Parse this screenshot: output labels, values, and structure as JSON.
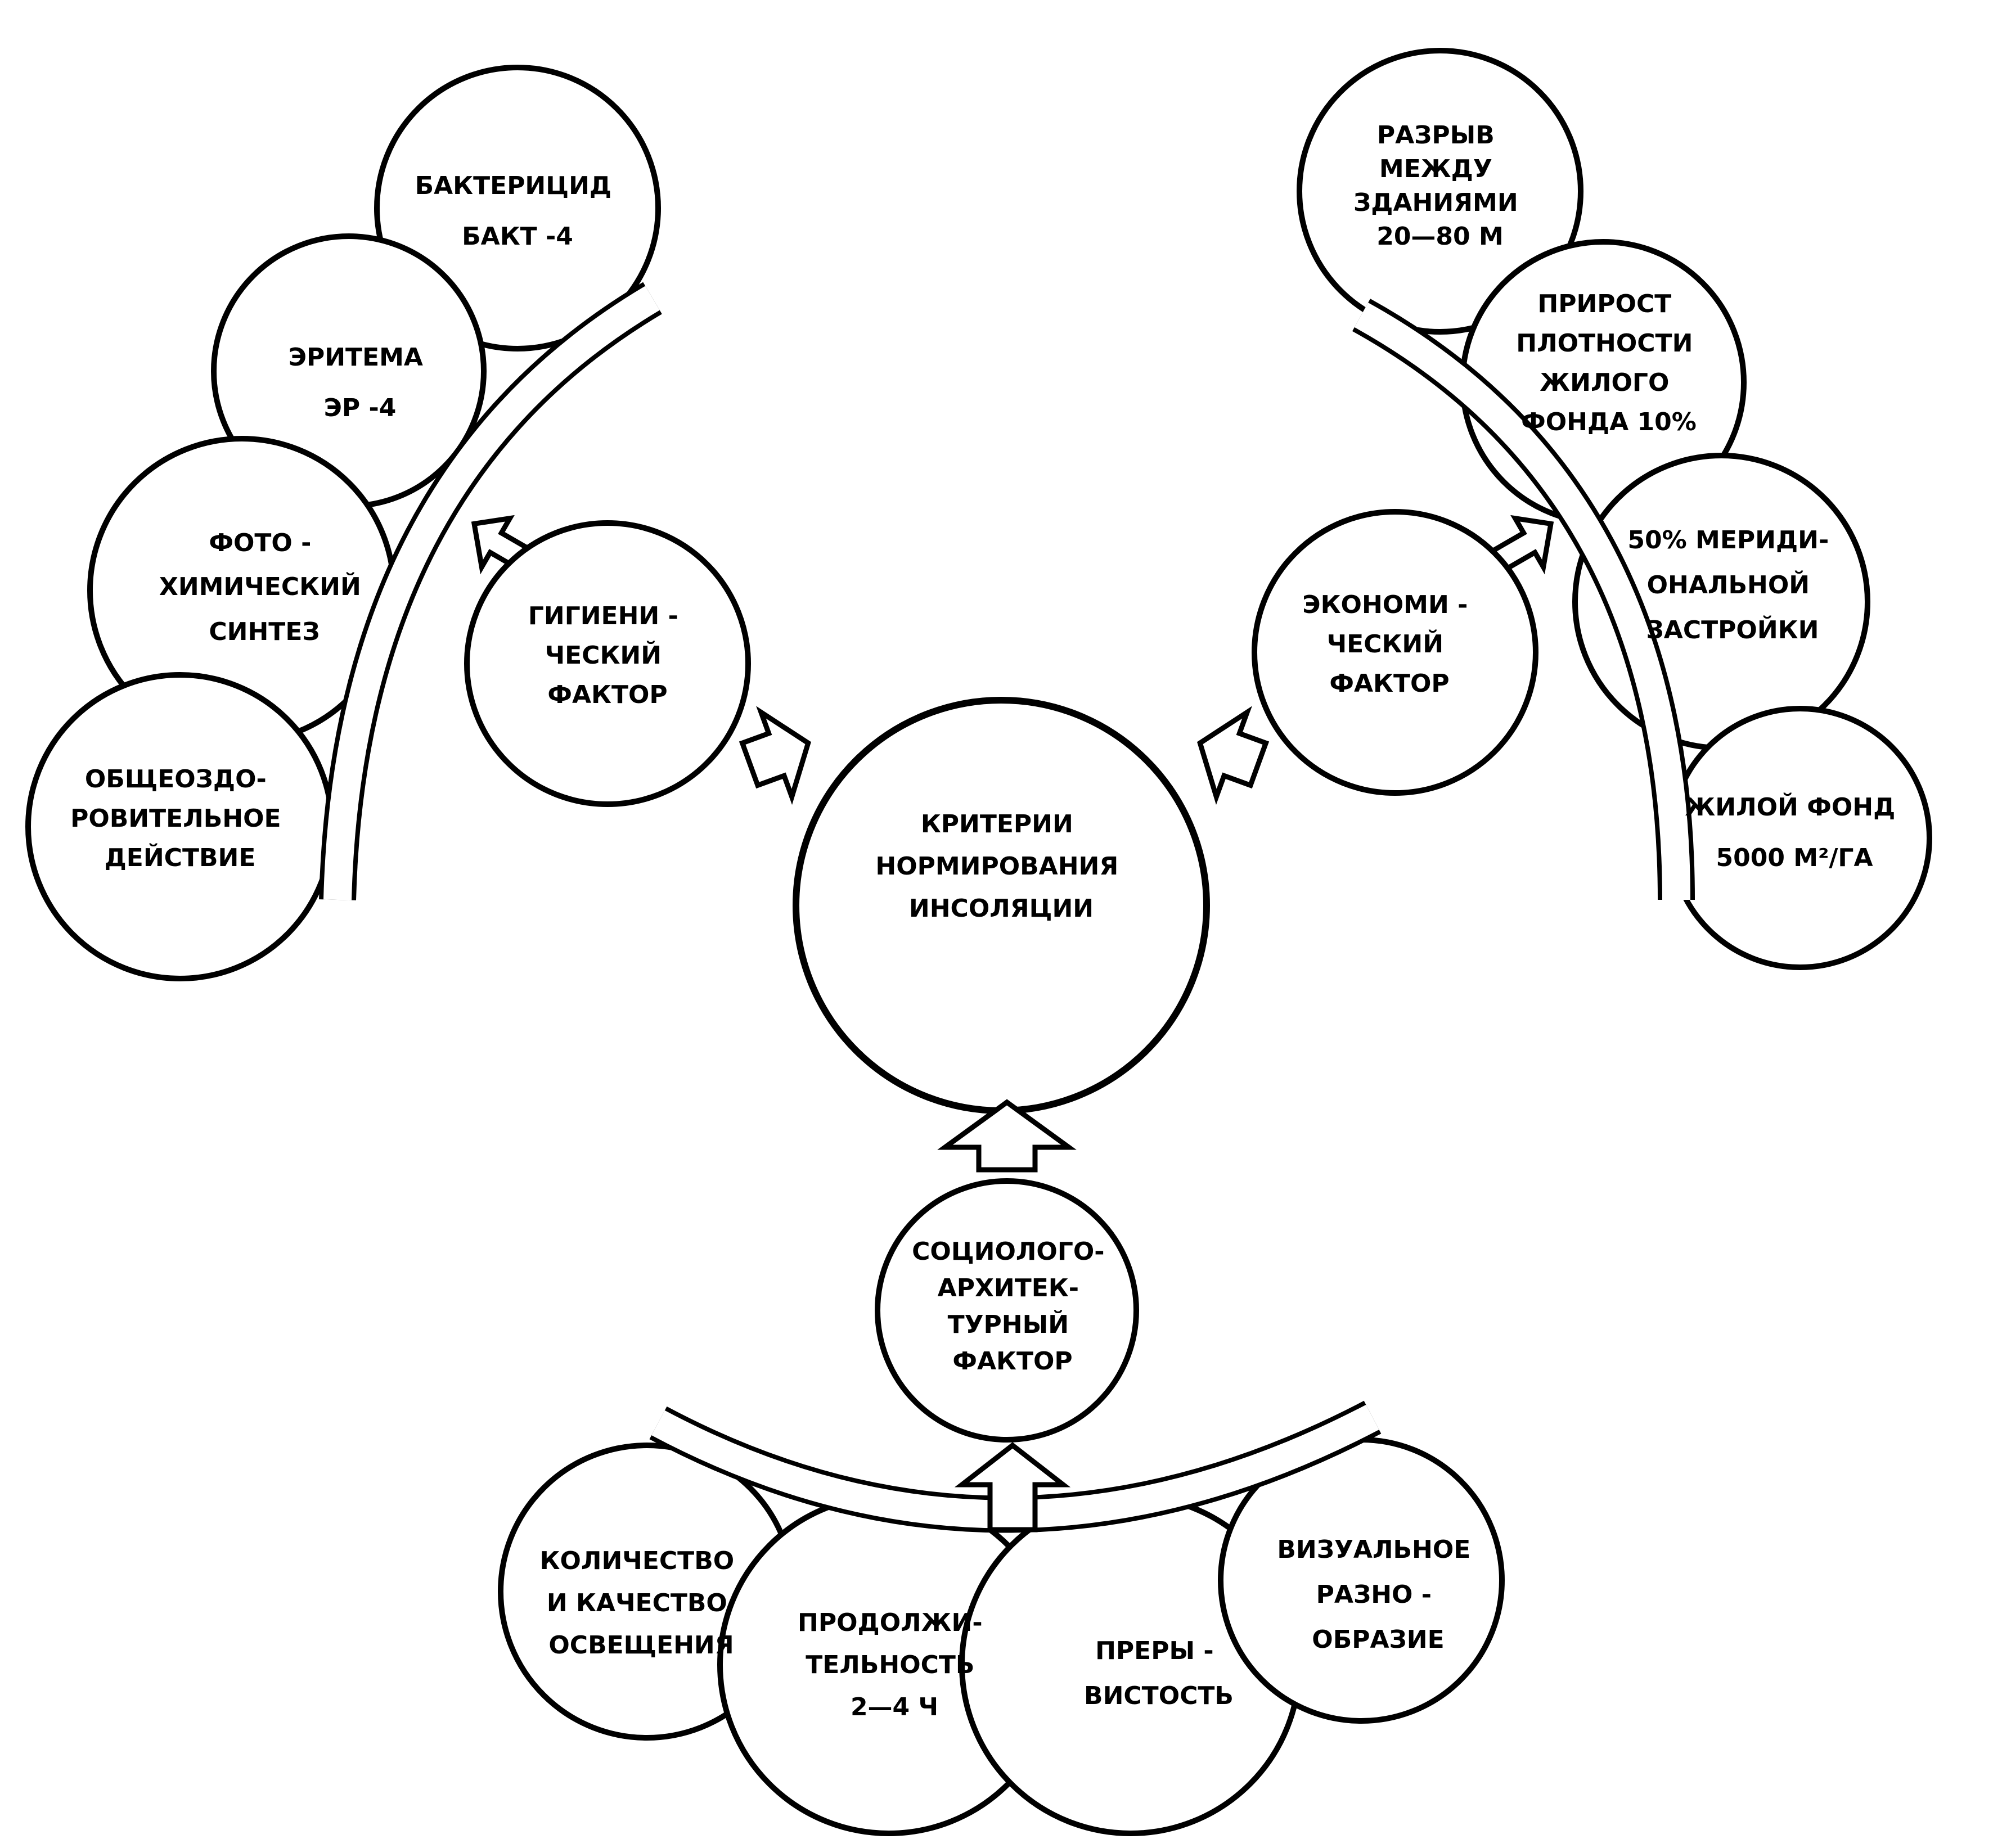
{
  "center": {
    "lines": [
      "КРИТЕРИИ",
      "НОРМИРОВАНИЯ",
      "ИНСОЛЯЦИИ"
    ]
  },
  "hygienic": {
    "factor": {
      "lines": [
        "ГИГИЕНИ -",
        "ЧЕСКИЙ",
        "ФАКТОР"
      ]
    },
    "items": [
      {
        "lines": [
          "БАКТЕРИЦИД",
          "БАКТ -4"
        ]
      },
      {
        "lines": [
          "ЭРИТЕМА",
          "ЭР -4"
        ]
      },
      {
        "lines": [
          "ФОТО -",
          "ХИМИЧЕСКИЙ",
          "СИНТЕЗ"
        ]
      },
      {
        "lines": [
          "ОБЩЕОЗДО-",
          "РОВИТЕЛЬНОЕ",
          "ДЕЙСТВИЕ"
        ]
      }
    ]
  },
  "economic": {
    "factor": {
      "lines": [
        "ЭКОНОМИ -",
        "ЧЕСКИЙ",
        "ФАКТОР"
      ]
    },
    "items": [
      {
        "lines": [
          "РАЗРЫВ",
          "МЕЖДУ",
          "ЗДАНИЯМИ",
          "20—80 М"
        ]
      },
      {
        "lines": [
          "ПРИРОСТ",
          "ПЛОТНОСТИ",
          "ЖИЛОГО",
          "ФОНДА 10%"
        ]
      },
      {
        "lines": [
          "50% МЕРИДИ-",
          "ОНАЛЬНОЙ",
          "ЗАСТРОЙКИ"
        ]
      },
      {
        "lines": [
          "ЖИЛОЙ ФОНД",
          "5000 М²/ГА"
        ]
      }
    ]
  },
  "socio": {
    "factor": {
      "lines": [
        "СОЦИОЛОГО-",
        "АРХИТЕК-",
        "ТУРНЫЙ",
        "ФАКТОР"
      ]
    },
    "items": [
      {
        "lines": [
          "КОЛИЧЕСТВО",
          "И КАЧЕСТВО",
          "ОСВЕЩЕНИЯ"
        ]
      },
      {
        "lines": [
          "ПРОДОЛЖИ-",
          "ТЕЛЬНОСТЬ",
          "2—4 Ч"
        ]
      },
      {
        "lines": [
          "ПРЕРЫ -",
          "ВИСТОСТЬ"
        ]
      },
      {
        "lines": [
          "ВИЗУАЛЬНОЕ",
          "РАЗНО -",
          "ОБРАЗИЕ"
        ]
      }
    ]
  }
}
